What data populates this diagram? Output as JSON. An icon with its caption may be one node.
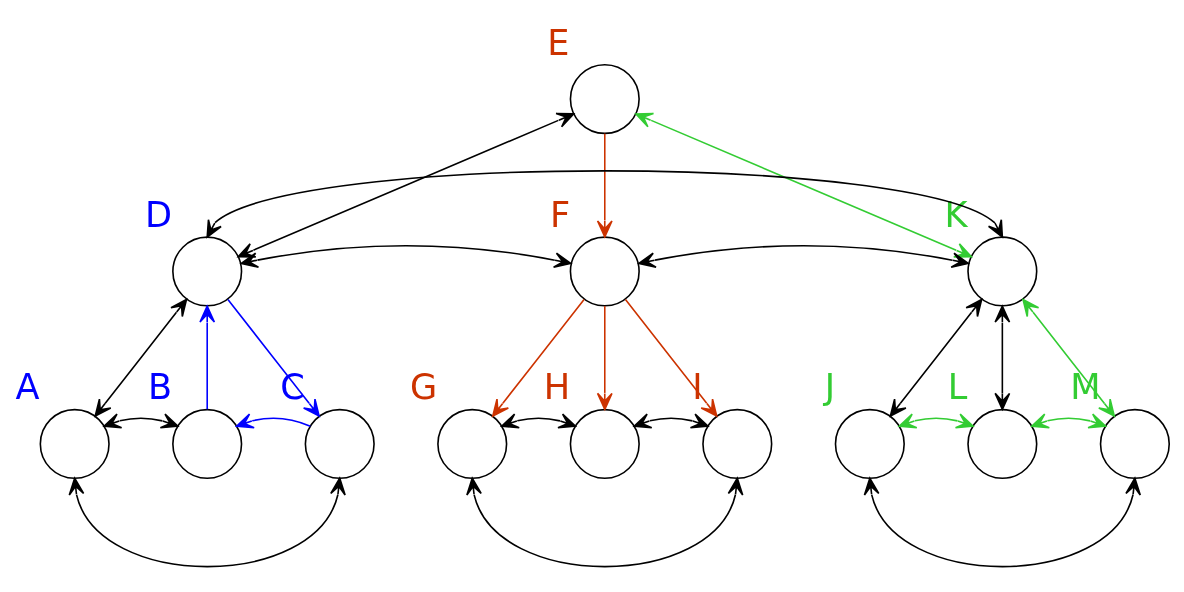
{
  "diagram": {
    "nodes": [
      {
        "text": [
          "E"
        ]
      },
      {
        "text": [
          "D"
        ]
      },
      {
        "text": [
          "F"
        ]
      },
      {
        "text": [
          "K"
        ]
      },
      {
        "text": [
          "A"
        ]
      },
      {
        "text": [
          "B"
        ]
      },
      {
        "text": [
          "C"
        ]
      },
      {
        "text": [
          "G"
        ]
      },
      {
        "text": [
          "H"
        ]
      },
      {
        "text": [
          "I"
        ]
      },
      {
        "text": [
          "J"
        ]
      },
      {
        "text": [
          "L"
        ]
      },
      {
        "text": [
          "M"
        ]
      }
    ],
    "edges": [
      {
        "from": 1,
        "to": 3,
        "arrow": "both"
      },
      {
        "from": 1,
        "to": 0,
        "arrow": "both"
      },
      {
        "from": 0,
        "to": 2,
        "arrow": "to",
        "color": "#cc3300"
      },
      {
        "from": 0,
        "to": 3,
        "arrow": "both",
        "color": "#33cc33"
      },
      {
        "from": 1,
        "to": 2,
        "arrow": "both"
      },
      {
        "from": 2,
        "to": 3,
        "arrow": "both"
      },
      {
        "from": 4,
        "to": 1,
        "arrow": "both"
      },
      {
        "from": 5,
        "to": 1,
        "arrow": "to",
        "color": "#0000ff"
      },
      {
        "from": 1,
        "to": 6,
        "arrow": "to",
        "color": "#0000ff"
      },
      {
        "from": 4,
        "to": 5,
        "arrow": "both"
      },
      {
        "from": 6,
        "to": 5,
        "arrow": "to",
        "color": "#0000ff"
      },
      {
        "from": 4,
        "to": 6,
        "arrow": "both"
      },
      {
        "from": 2,
        "to": 7,
        "arrow": "to",
        "color": "#cc3300"
      },
      {
        "from": 2,
        "to": 8,
        "arrow": "to",
        "color": "#cc3300"
      },
      {
        "from": 2,
        "to": 9,
        "arrow": "to",
        "color": "#cc3300"
      },
      {
        "from": 7,
        "to": 8,
        "arrow": "both"
      },
      {
        "from": 8,
        "to": 9,
        "arrow": "both"
      },
      {
        "from": 7,
        "to": 9,
        "arrow": "both"
      },
      {
        "from": 3,
        "to": 10,
        "arrow": "both"
      },
      {
        "from": 3,
        "to": 11,
        "arrow": "both"
      },
      {
        "from": 3,
        "to": 12,
        "arrow": "both",
        "color": "#33cc33"
      },
      {
        "from": 10,
        "to": 11,
        "arrow": "both",
        "color": "#33cc33"
      },
      {
        "from": 11,
        "to": 12,
        "arrow": "both",
        "color": "#33cc33"
      },
      {
        "from": 10,
        "to": 12,
        "arrow": "both"
      }
    ]
  }
}
